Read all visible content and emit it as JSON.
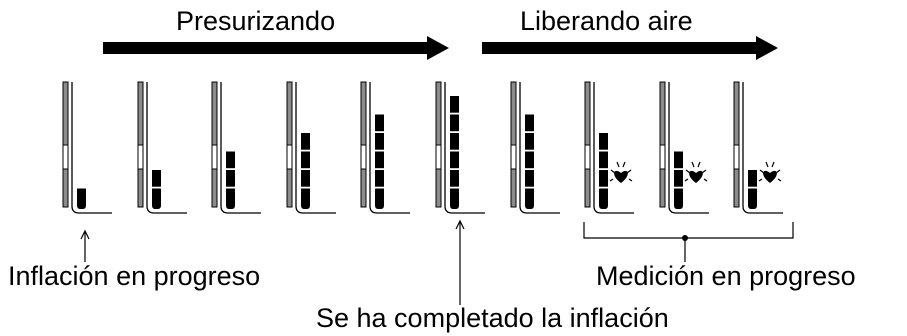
{
  "phases": [
    {
      "label": "Presurizando"
    },
    {
      "label": "Liberando aire"
    }
  ],
  "annotations": {
    "inflation_in_progress": "Inflación en progreso",
    "inflation_completed": "Se ha completado la inflación",
    "measurement_in_progress": "Medición en progreso"
  },
  "gauges": [
    {
      "segments": 1,
      "heart": false
    },
    {
      "segments": 2,
      "heart": false
    },
    {
      "segments": 3,
      "heart": false
    },
    {
      "segments": 4,
      "heart": false
    },
    {
      "segments": 5,
      "heart": false
    },
    {
      "segments": 6,
      "heart": false
    },
    {
      "segments": 5,
      "heart": false
    },
    {
      "segments": 4,
      "heart": true
    },
    {
      "segments": 3,
      "heart": true
    },
    {
      "segments": 2,
      "heart": true
    }
  ],
  "colors": {
    "ink": "#000000",
    "pressure_bar_fill": "#8c8c8c",
    "background": "#ffffff"
  }
}
